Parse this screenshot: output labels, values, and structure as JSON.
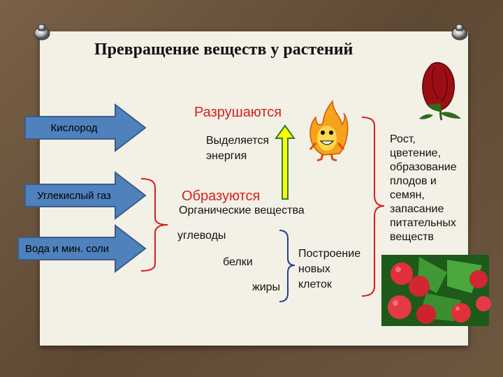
{
  "title": "Превращение веществ у растений",
  "inputs": {
    "oxygen": "Кислород",
    "co2": "Углекислый газ",
    "water": "Вода и мин. соли"
  },
  "breakdown": {
    "label": "Разрушаются",
    "energy_line1": "Выделяется",
    "energy_line2": "энергия"
  },
  "synthesis": {
    "label": "Образуются",
    "organic": "Органические вещества",
    "carbs": "углеводы",
    "proteins": "белки",
    "fats": "жиры"
  },
  "cells": {
    "line1": "Построение",
    "line2": "новых",
    "line3": "клеток"
  },
  "growth": {
    "lines": [
      "Рост,",
      "цветение,",
      "образование",
      "плодов и",
      "семян,",
      "запасание",
      "питательных",
      "веществ"
    ]
  },
  "colors": {
    "arrow_fill": "#4f81bd",
    "arrow_stroke": "#385d8a",
    "bracket_red": "#d42020",
    "bracket_blue": "#1f3f8f",
    "up_arrow_fill": "#ffff00",
    "up_arrow_stroke": "#2e7d32",
    "red_text": "#d42020"
  }
}
